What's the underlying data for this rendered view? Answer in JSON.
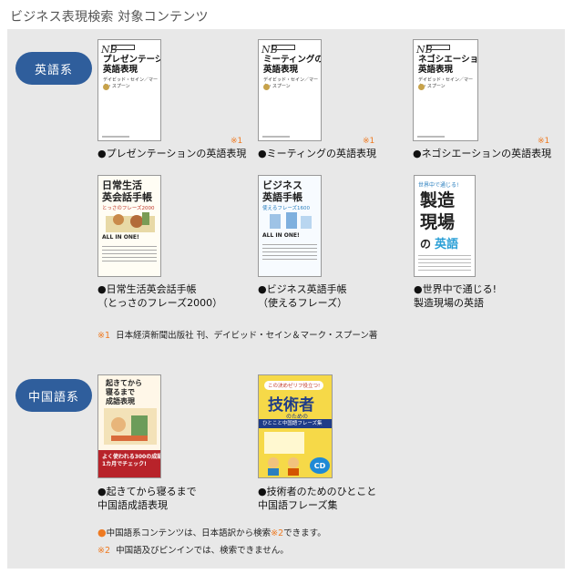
{
  "page_title": "ビジネス表現検索 対象コンテンツ",
  "english": {
    "badge": "英語系",
    "books": [
      {
        "cover_nb": "NB",
        "cover_title": "プレゼンテーションの\n英語表現",
        "cover_author": "デイビッド・セイン／マーク・スプーン",
        "caption": "プレゼンテーションの英語表現",
        "note": "※1"
      },
      {
        "cover_nb": "NB",
        "cover_title": "ミーティングの\n英語表現",
        "cover_author": "デイビッド・セイン／マーク・スプーン",
        "caption": "ミーティングの英語表現",
        "note": "※1"
      },
      {
        "cover_nb": "NB",
        "cover_title": "ネゴシエーションの\n英語表現",
        "cover_author": "デイビッド・セイン／マーク・スプーン",
        "caption": "ネゴシエーションの英語表現",
        "note": "※1"
      },
      {
        "cover_title": "日常生活\n英会話手帳",
        "cover_sub": "とっさのフレーズ2000",
        "cover_tag": "ALL IN ONE!",
        "caption_l1": "日常生活英会話手帳",
        "caption_l2": "（とっさのフレーズ2000）"
      },
      {
        "cover_title": "ビジネス\n英語手帳",
        "cover_sub": "使えるフレーズ1600",
        "cover_tag": "ALL IN ONE!",
        "caption_l1": "ビジネス英語手帳",
        "caption_l2": "（使えるフレーズ）"
      },
      {
        "cover_top": "世界中で通じる!",
        "cover_title_a": "製造",
        "cover_title_b": "現場",
        "cover_title_c": "の",
        "cover_title_d": "英語",
        "caption_l1": "世界中で通じる!",
        "caption_l2": "製造現場の英語"
      }
    ],
    "footnote_mark": "※1",
    "footnote_text": "日本経済新聞出版社 刊、デイビッド・セイン＆マーク・スプーン著"
  },
  "chinese": {
    "badge": "中国語系",
    "books": [
      {
        "cover_title": "起きてから\n寝るまで\n成語表現",
        "cover_bottom": "よく使われる300の成語を\n1カ月でチェック!",
        "caption_l1": "起きてから寝るまで",
        "caption_l2": "中国語成語表現"
      },
      {
        "cover_top": "この決めゼリフ役立つ!",
        "cover_title": "技術者",
        "cover_sub": "のための",
        "cover_band": "ひとこと中国語フレーズ集",
        "cover_cd": "CD",
        "caption_l1": "技術者のためのひとこと",
        "caption_l2": "中国語フレーズ集"
      }
    ],
    "note1_text": "中国語系コンテンツは、日本語訳から検索",
    "note1_mark": "※2",
    "note1_tail": "できます。",
    "note2_mark": "※2",
    "note2_text": "中国語及びピンインでは、検索できません。"
  },
  "colors": {
    "badge": "#2f5e9c",
    "panel": "#e8e8e8",
    "note": "#ee7a22"
  }
}
